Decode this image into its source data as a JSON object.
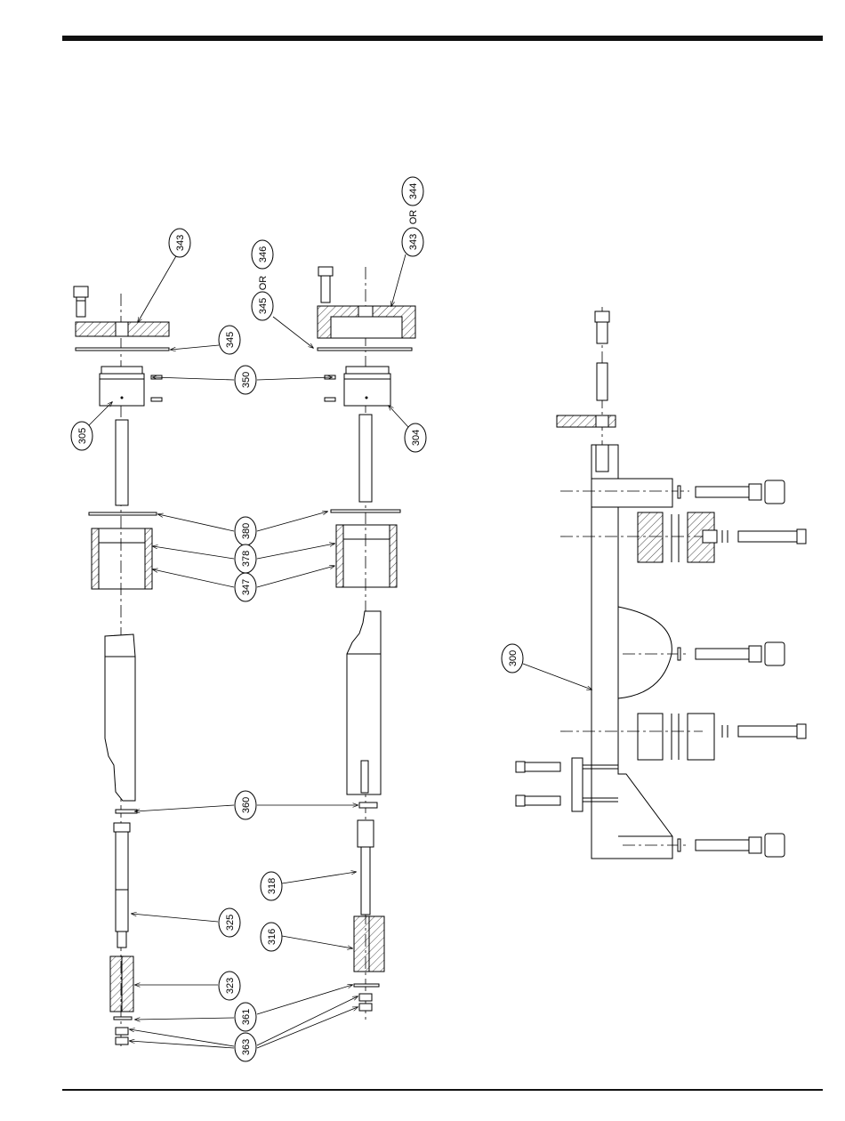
{
  "callouts": {
    "c343a": "343",
    "c343b": "343",
    "c344": "344",
    "c345a": "345",
    "c345b": "345",
    "c346": "346",
    "c350": "350",
    "c305": "305",
    "c304": "304",
    "c380": "380",
    "c378": "378",
    "c347": "347",
    "c360": "360",
    "c318": "318",
    "c325": "325",
    "c316": "316",
    "c323": "323",
    "c361": "361",
    "c363": "363",
    "c300": "300"
  },
  "or_labels": {
    "or1": "OR",
    "or2": "OR"
  }
}
